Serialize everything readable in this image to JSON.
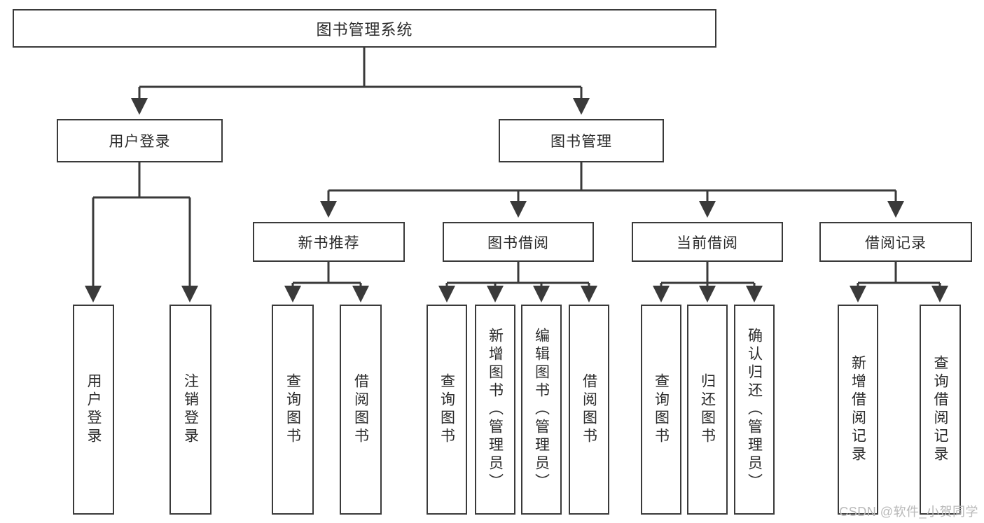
{
  "diagram": {
    "type": "tree-hierarchy-chart",
    "title": "图书管理系统",
    "watermark": "CSDN @软件_小贺同学",
    "colors": {
      "box_border": "#3a3a3a",
      "box_fill": "#ffffff",
      "connector": "#3a3a3a",
      "text": "#2b2b2b",
      "watermark": "#b9b9b9",
      "background": "#ffffff"
    },
    "nodes": {
      "root": {
        "label": "图书管理系统"
      },
      "level2": [
        {
          "id": "user-login",
          "label": "用户登录"
        },
        {
          "id": "book-management",
          "label": "图书管理"
        }
      ],
      "level3": [
        {
          "id": "new-book-recommend",
          "label": "新书推荐"
        },
        {
          "id": "book-borrow",
          "label": "图书借阅"
        },
        {
          "id": "current-borrow",
          "label": "当前借阅"
        },
        {
          "id": "borrow-record",
          "label": "借阅记录"
        }
      ],
      "leaves": {
        "user_login": [
          {
            "id": "leaf-user-login",
            "label": "用户登录"
          },
          {
            "id": "leaf-logout-login",
            "label": "注销登录"
          }
        ],
        "new_book_recommend": [
          {
            "id": "leaf-query-book-1",
            "label": "查询图书"
          },
          {
            "id": "leaf-borrow-book-1",
            "label": "借阅图书"
          }
        ],
        "book_borrow": [
          {
            "id": "leaf-query-book-2",
            "label": "查询图书"
          },
          {
            "id": "leaf-add-book",
            "label": "新增图书（管理员）"
          },
          {
            "id": "leaf-edit-book",
            "label": "编辑图书（管理员）"
          },
          {
            "id": "leaf-borrow-book-2",
            "label": "借阅图书"
          }
        ],
        "current_borrow": [
          {
            "id": "leaf-query-book-3",
            "label": "查询图书"
          },
          {
            "id": "leaf-return-book",
            "label": "归还图书"
          },
          {
            "id": "leaf-confirm-return",
            "label": "确认归还（管理员）"
          }
        ],
        "borrow_record": [
          {
            "id": "leaf-add-record",
            "label": "新增借阅记录"
          },
          {
            "id": "leaf-query-record",
            "label": "查询借阅记录"
          }
        ]
      }
    }
  }
}
